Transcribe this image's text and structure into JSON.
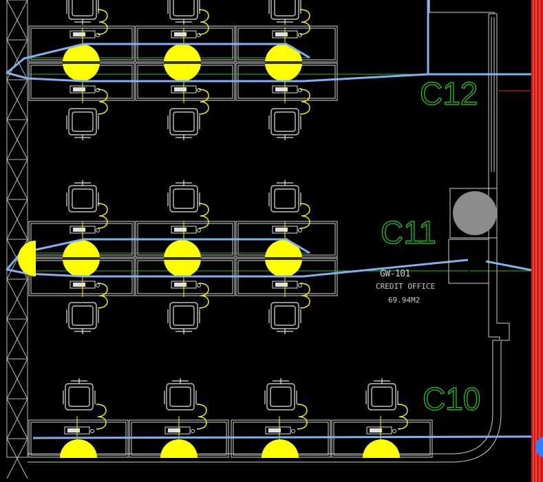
{
  "drawing": {
    "circuits": [
      {
        "label": "C12"
      },
      {
        "label": "C11"
      },
      {
        "label": "C10"
      }
    ],
    "room": {
      "code": "GW-101",
      "name": "CREDIT OFFICE",
      "area": "69.94M2"
    }
  },
  "colors": {
    "background": "#000000",
    "walls": "#cfcfcf",
    "fixture": "#ffff00",
    "wire": "#7fb2f0",
    "circuit_label": "#1fd61f",
    "green_line": "#1fbf1f",
    "panel": "#d01818",
    "panel_highlight": "#ff4a4a",
    "sensor": "#8c8c8c",
    "marker": "#2f7fff"
  },
  "icons": {
    "fixture": "yellow-lamp-icon",
    "chair": "chair-icon",
    "phone": "desk-phone-icon",
    "junction": "junction-dot-icon"
  }
}
